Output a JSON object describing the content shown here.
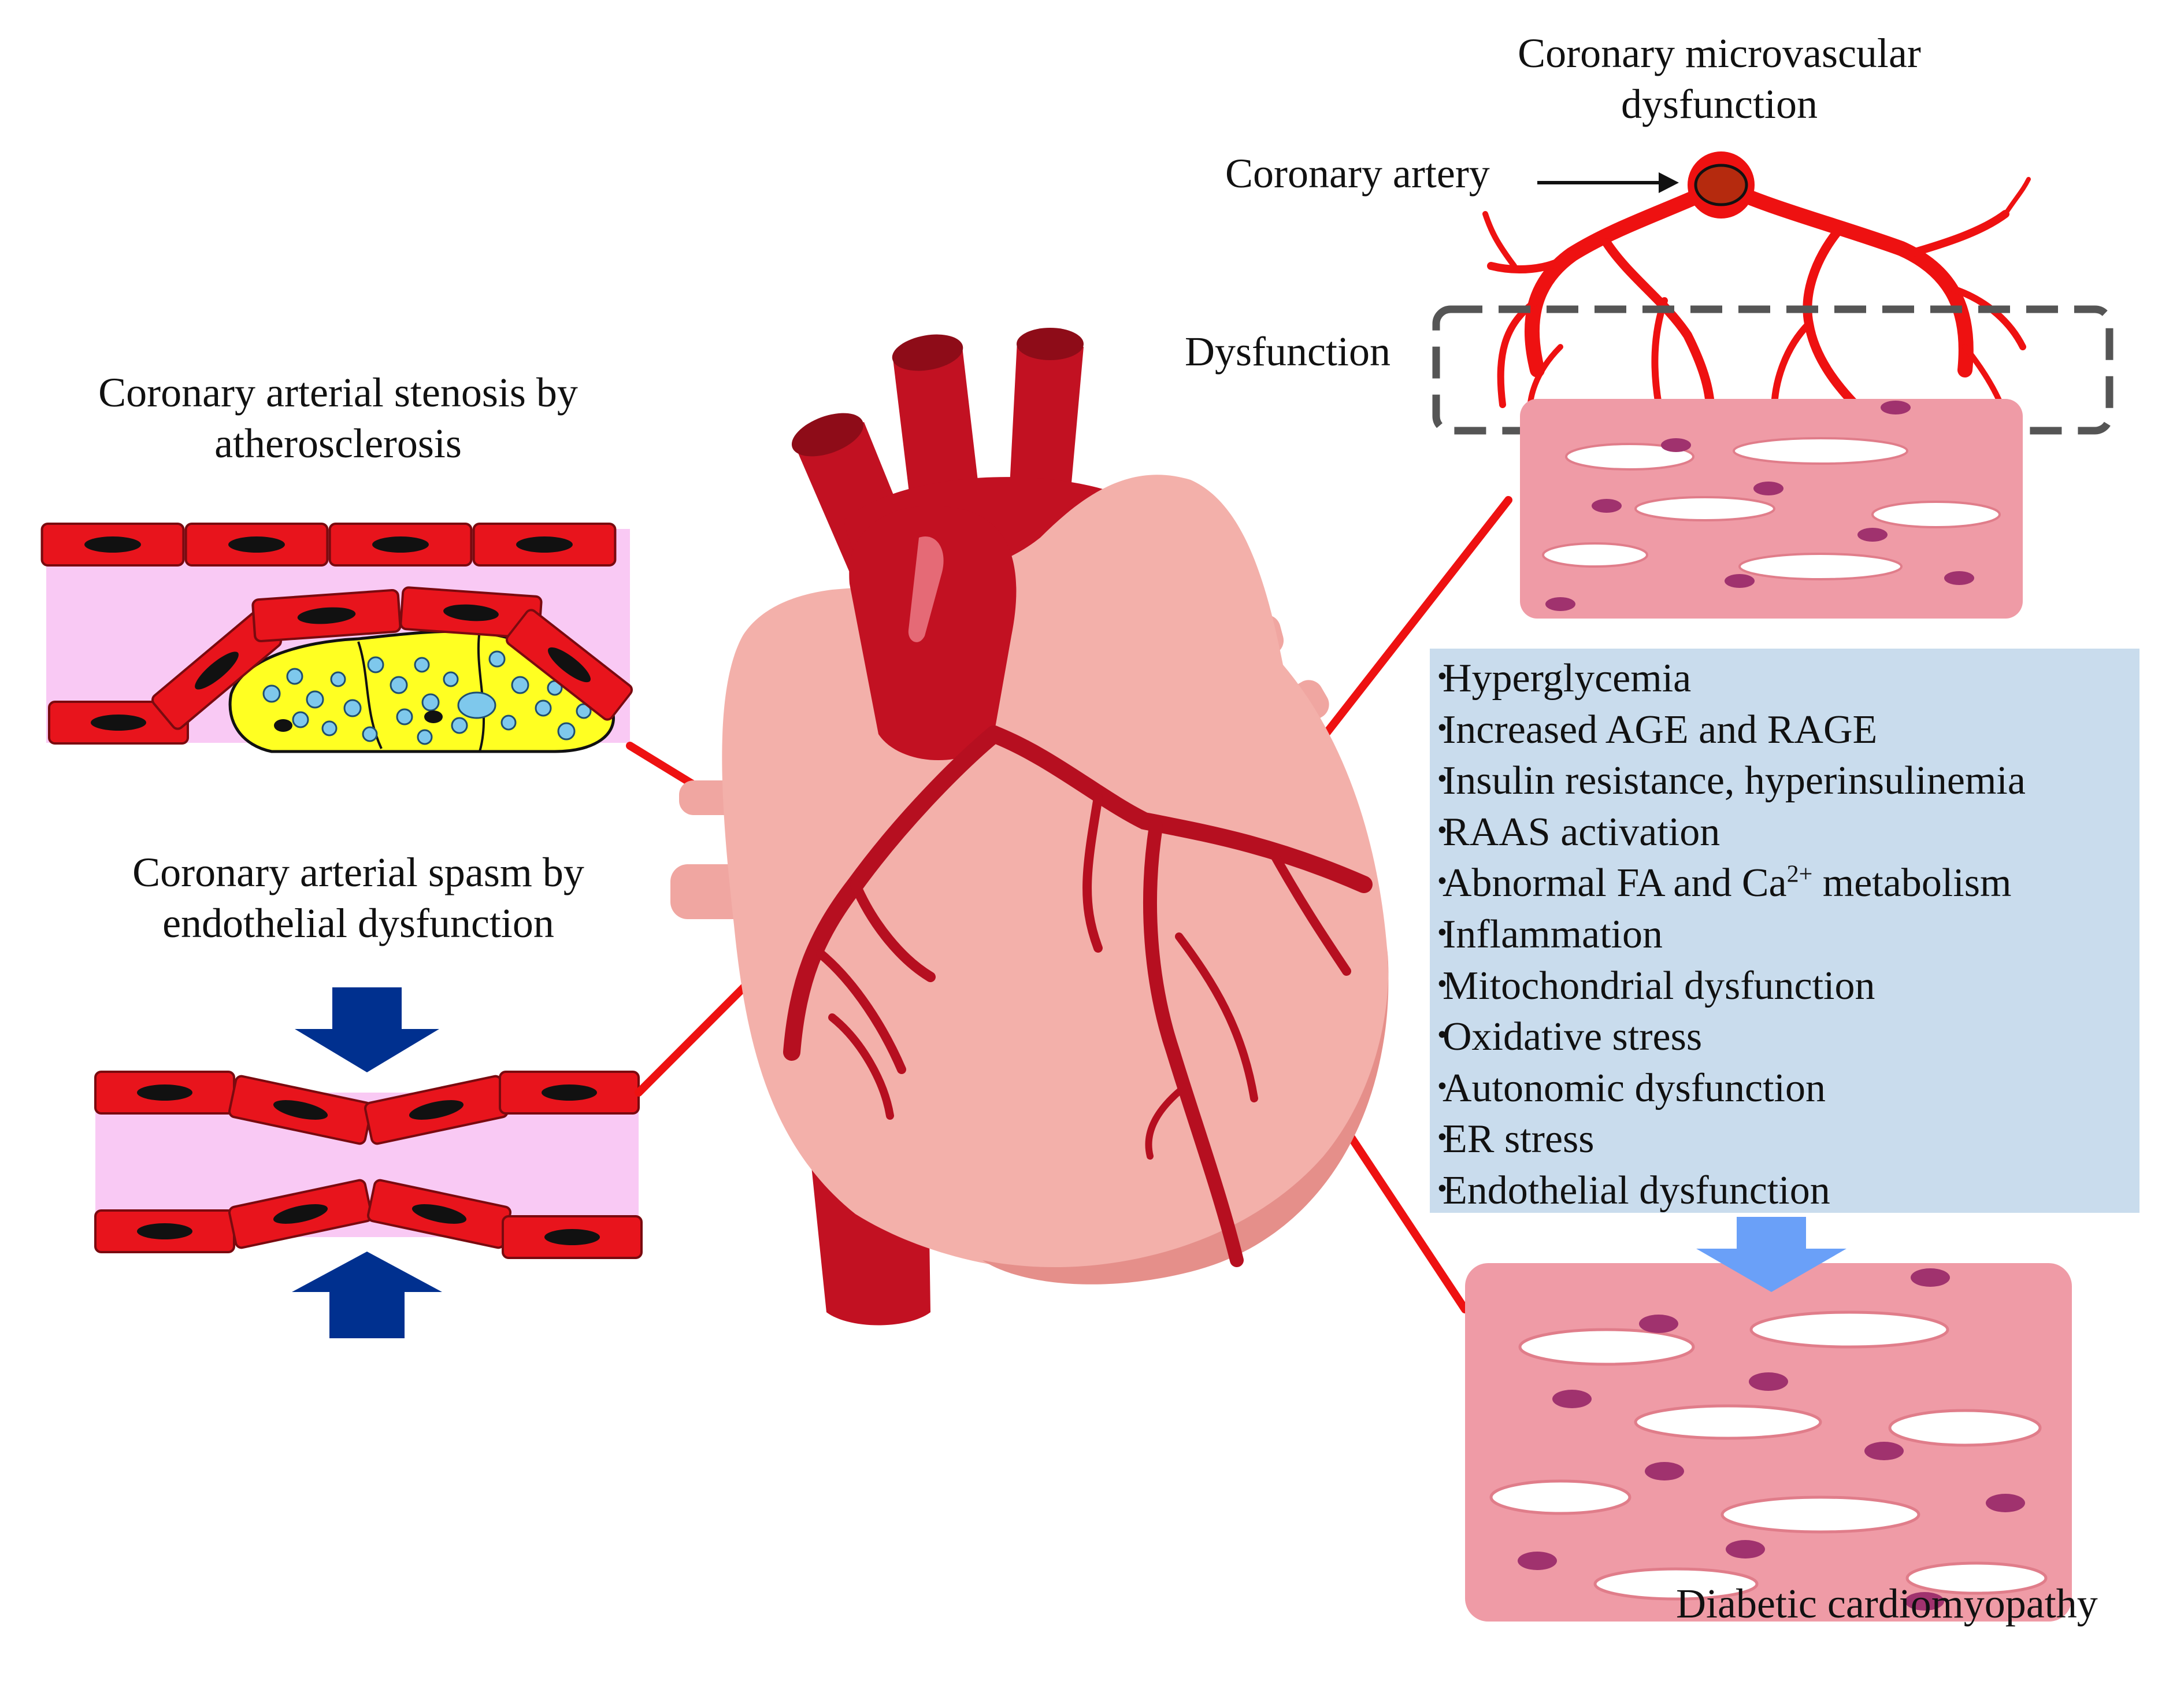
{
  "labels": {
    "stenosis_title_line1": "Coronary arterial stenosis by",
    "stenosis_title_line2": "atherosclerosis",
    "spasm_title_line1": "Coronary arterial spasm by",
    "spasm_title_line2": "endothelial dysfunction",
    "microvascular_title_line1": "Coronary microvascular",
    "microvascular_title_line2": "dysfunction",
    "coronary_artery": "Coronary artery",
    "dysfunction": "Dysfunction",
    "outcome": "Diabetic cardiomyopathy"
  },
  "factors": [
    {
      "text": "Hyperglycemia"
    },
    {
      "text": "Increased AGE and RAGE"
    },
    {
      "text": "Insulin resistance, hyperinsulinemia"
    },
    {
      "text": "RAAS activation"
    },
    {
      "text": "Abnormal FA and Ca",
      "sup": "2+",
      "after": " metabolism"
    },
    {
      "text": "Inflammation"
    },
    {
      "text": "Mitochondrial dysfunction"
    },
    {
      "text": "Oxidative stress"
    },
    {
      "text": "Autonomic dysfunction"
    },
    {
      "text": "ER stress"
    },
    {
      "text": "Endothelial dysfunction"
    }
  ],
  "bullet": "･",
  "colors": {
    "vessel_wall": "#e8141c",
    "vessel_lumen": "#f9c9f4",
    "plaque": "#ffff22",
    "lipid": "#7ec8ec",
    "arrow_blue": "#00308f",
    "arrow_light": "#6aa0f8",
    "heart_body": "#f3b0aa",
    "heart_vessel": "#c21122",
    "muscle": "#ef9ba6",
    "nucleus": "#a0326e",
    "box_bg": "#c9dced",
    "dashed": "#555555"
  }
}
